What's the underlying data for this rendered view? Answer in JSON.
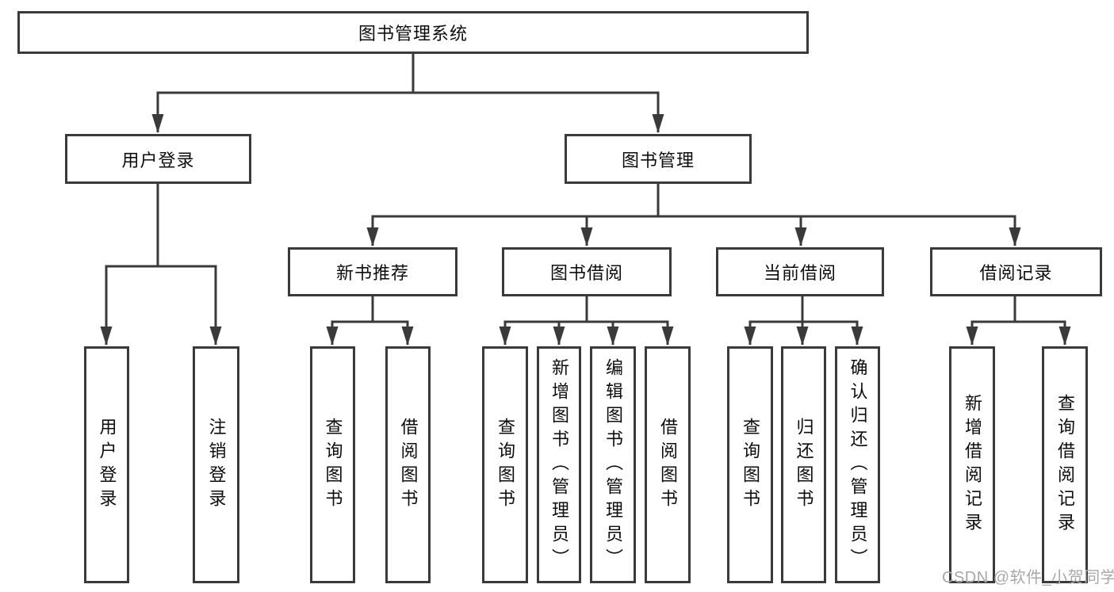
{
  "tree": {
    "root": {
      "label": "图书管理系统"
    },
    "branches": [
      {
        "label": "用户登录",
        "children": [
          "用户登录",
          "注销登录"
        ]
      },
      {
        "label": "图书管理",
        "children": [
          {
            "label": "新书推荐",
            "children": [
              "查询图书",
              "借阅图书"
            ]
          },
          {
            "label": "图书借阅",
            "children": [
              "查询图书",
              "新增图书（管理员）",
              "编辑图书（管理员）",
              "借阅图书"
            ]
          },
          {
            "label": "当前借阅",
            "children": [
              "查询图书",
              "归还图书",
              "确认归还（管理员）"
            ]
          },
          {
            "label": "借阅记录",
            "children": [
              "新增借阅记录",
              "查询借阅记录"
            ]
          }
        ]
      }
    ]
  },
  "colors": {
    "line": "#3a3a3a",
    "box_border": "#3a3a3a",
    "text": "#0d0d0d",
    "watermark": "#a8a8a8",
    "background": "#ffffff"
  },
  "watermark": {
    "text": "CSDN @软件_小贺同学"
  }
}
